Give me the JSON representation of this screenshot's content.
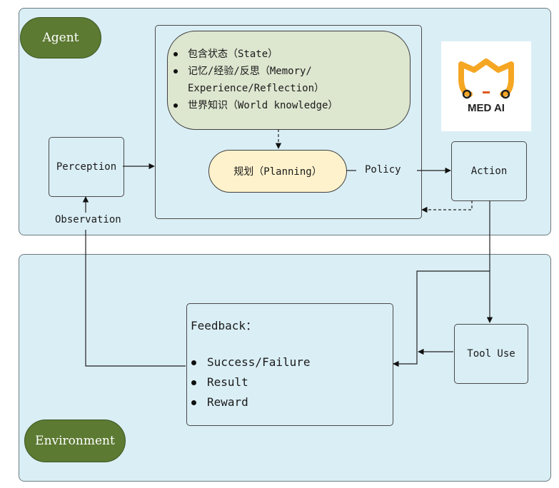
{
  "agent_panel": {
    "label": "Agent"
  },
  "environment_panel": {
    "label": "Environment"
  },
  "perception": {
    "label": "Perception"
  },
  "observation": {
    "label": "Observation"
  },
  "knowledge_bubble": {
    "items": [
      {
        "text": "包含状态（State）",
        "bullet": true
      },
      {
        "text": "记忆/经验/反思（Memory/",
        "bullet": true
      },
      {
        "text": "Experience/Reflection）",
        "bullet": false
      },
      {
        "text": "世界知识（World knowledge）",
        "bullet": true
      }
    ]
  },
  "planning": {
    "label": "规划（Planning）"
  },
  "policy": {
    "label": "Policy"
  },
  "action": {
    "label": "Action"
  },
  "tool_use": {
    "label": "Tool Use"
  },
  "feedback": {
    "title": "Feedback：",
    "items": [
      "Success/Failure",
      "Result",
      "Reward"
    ]
  },
  "logo": {
    "text": "MED AI",
    "colors": {
      "orange": "#f5a623",
      "dark": "#222222"
    }
  }
}
